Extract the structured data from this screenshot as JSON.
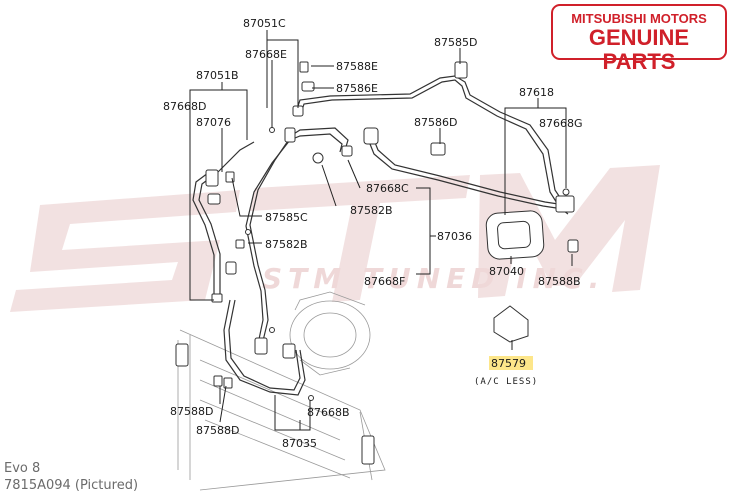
{
  "brand": {
    "line1": "MITSUBISHI MOTORS",
    "line2": "GENUINE PARTS",
    "color": "#d0202a"
  },
  "watermark": {
    "text": "STM TUNED INC.",
    "color": "#e6c4c4"
  },
  "labels": {
    "p87051C": "87051C",
    "p87668E": "87668E",
    "p87588E": "87588E",
    "p87586E": "87586E",
    "p87585D": "87585D",
    "p87618": "87618",
    "p87668G": "87668G",
    "p87051B": "87051B",
    "p87668D": "87668D",
    "p87076": "87076",
    "p87586D": "87586D",
    "p87668C": "87668C",
    "p87582B_right": "87582B",
    "p87585C": "87585C",
    "p87036": "87036",
    "p87582B_left": "87582B",
    "p87040": "87040",
    "p87588B": "87588B",
    "p87668F": "87668F",
    "p87579": "87579",
    "ac_less": "(A/C LESS)",
    "p87588D_top": "87588D",
    "p87588D_bottom": "87588D",
    "p87668B": "87668B",
    "p87035": "87035"
  },
  "highlight_color": "#fde68a",
  "footer": {
    "line1": "Evo 8",
    "line2": "7815A094  (Pictured)"
  }
}
